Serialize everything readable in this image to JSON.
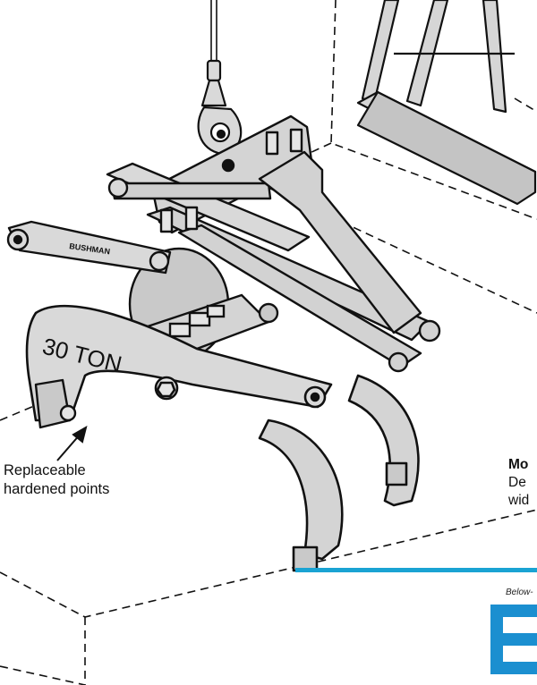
{
  "illustration": {
    "capacity_label": "30 TON",
    "nameplate_label": "BUSHMAN"
  },
  "callout": {
    "line1": "Replaceable",
    "line2": "hardened points"
  },
  "model_snippet": {
    "line1": "Mo",
    "line2": "De",
    "line3": "wid"
  },
  "branding": {
    "tagline": "Below-",
    "accent_color": "#1aa3d3",
    "logo_color": "#1b8fd0"
  }
}
